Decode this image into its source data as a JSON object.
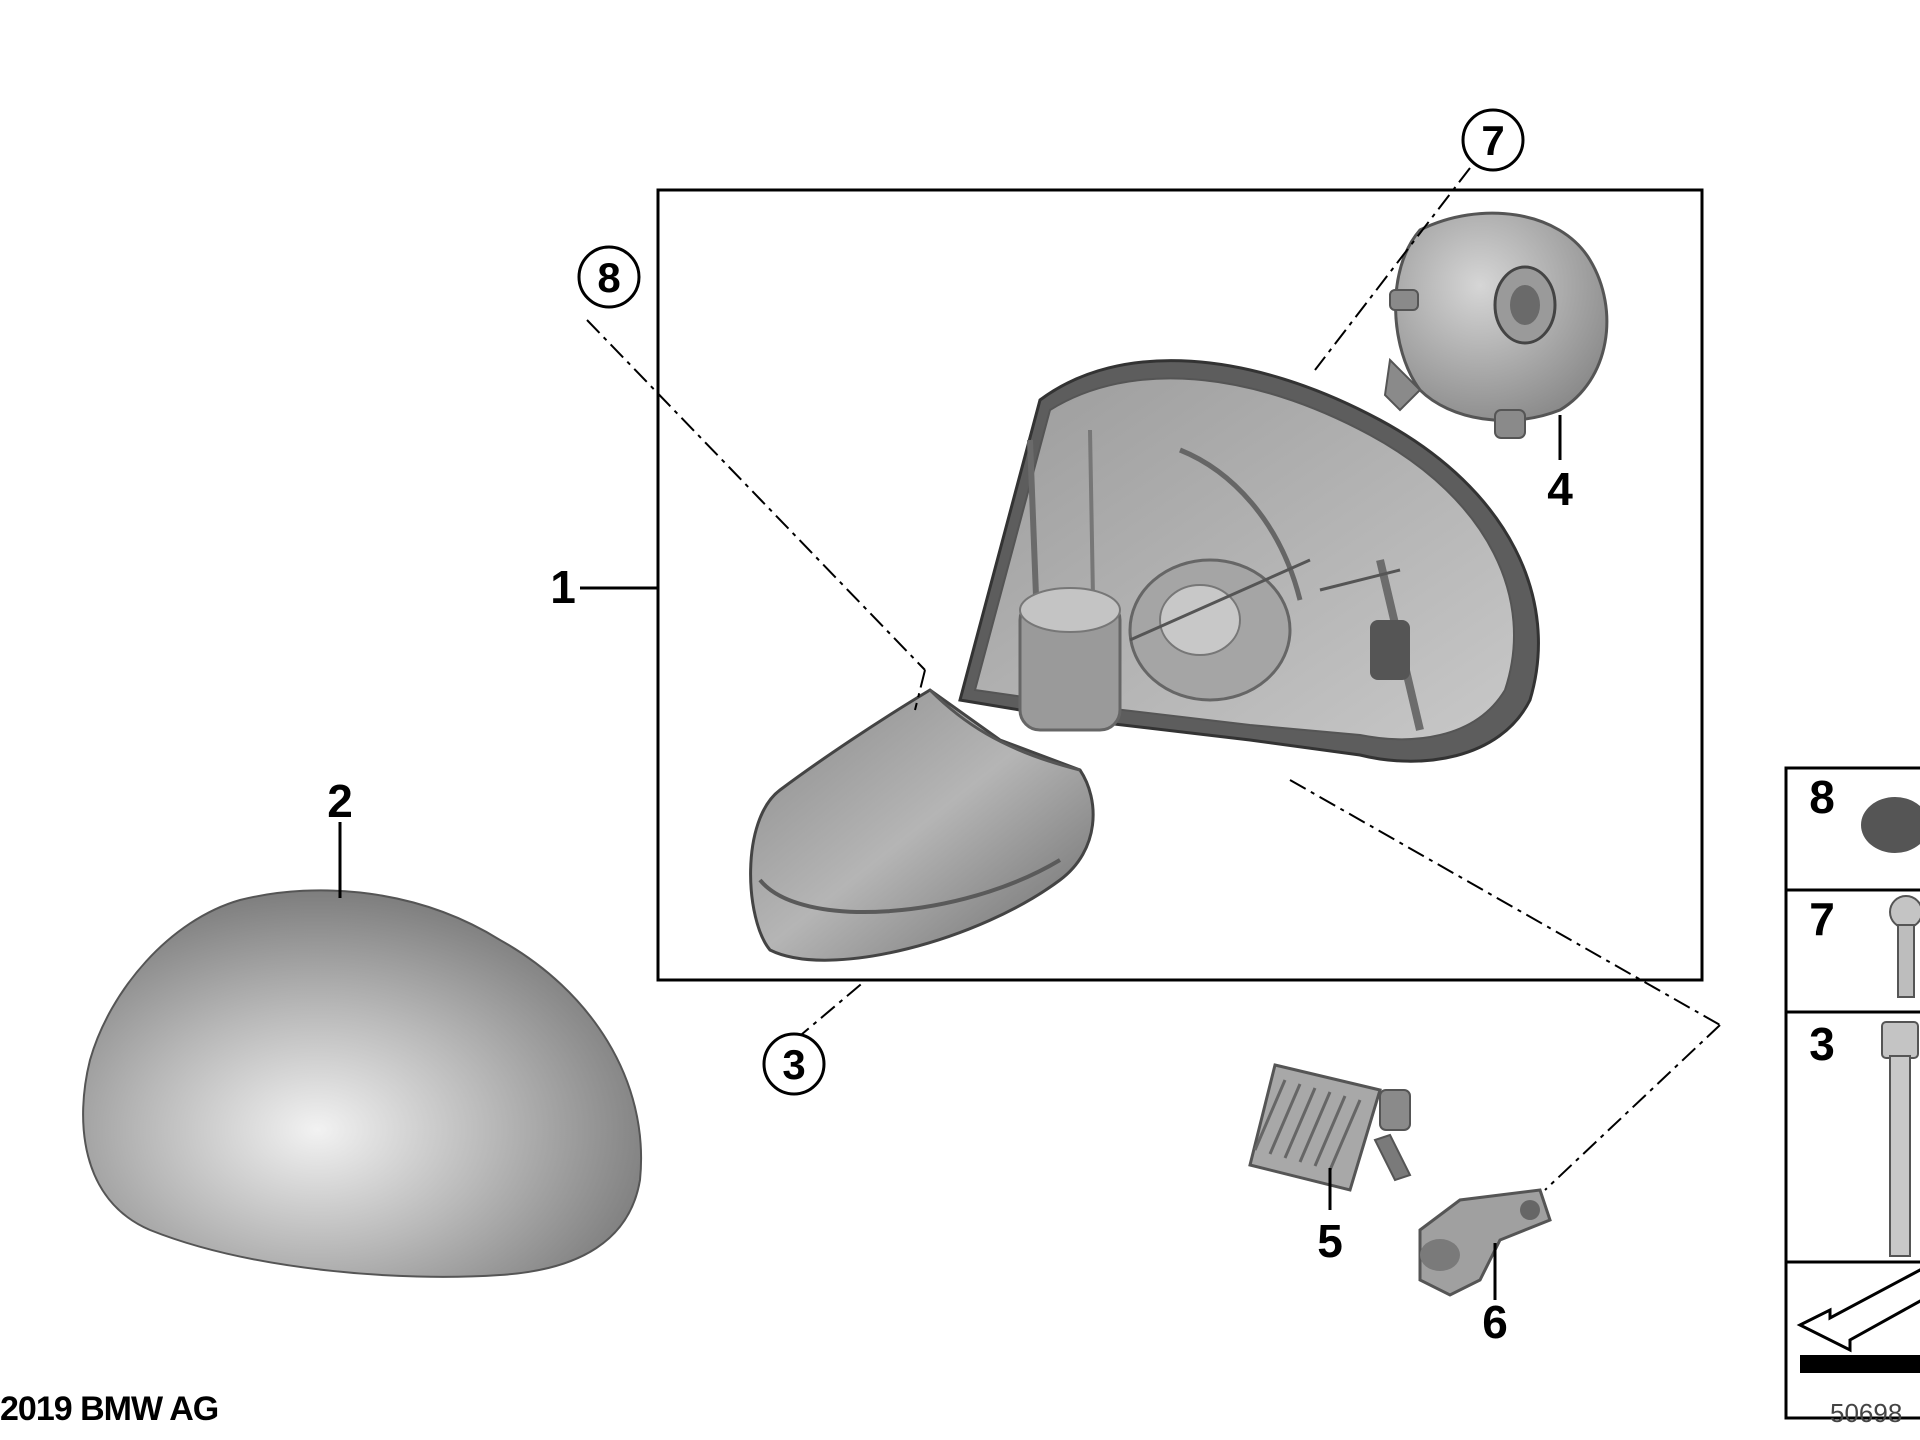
{
  "callouts": {
    "c1": "1",
    "c2": "2",
    "c3": "3",
    "c4": "4",
    "c5": "5",
    "c6": "6",
    "c7": "7",
    "c8": "8"
  },
  "legend": {
    "row8": "8",
    "row7": "7",
    "row3": "3"
  },
  "footer": {
    "copyright": "2019 BMW AG",
    "diagram_id": "50698"
  },
  "colors": {
    "part_dark": "#5a5a5a",
    "part_mid": "#8c8c8c",
    "part_light": "#c9c9c9",
    "line": "#000000"
  }
}
